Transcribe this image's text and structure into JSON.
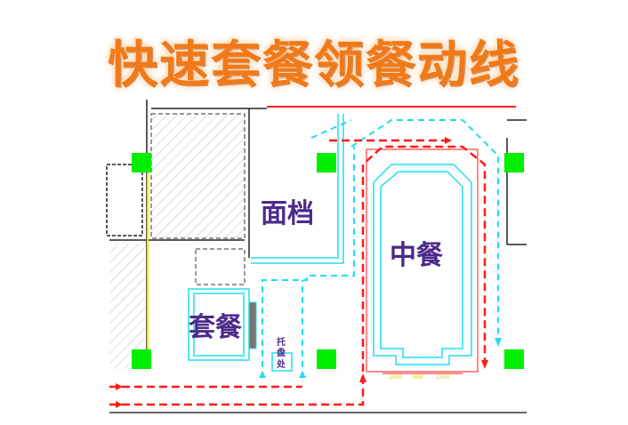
{
  "title": "快速套餐领餐动线",
  "labels": {
    "noodle": "面档",
    "chinese": "中餐",
    "set_meal": "套餐",
    "tray_1": "托",
    "tray_2": "盘",
    "tray_3": "处"
  },
  "dimensions": [
    "1500",
    "900",
    "1500"
  ],
  "colors": {
    "title": "#f07a1a",
    "flow_red": "#ff1a1a",
    "flow_cyan": "#22ddee",
    "pillar": "#00ee00",
    "label": "#4b2a8a"
  }
}
